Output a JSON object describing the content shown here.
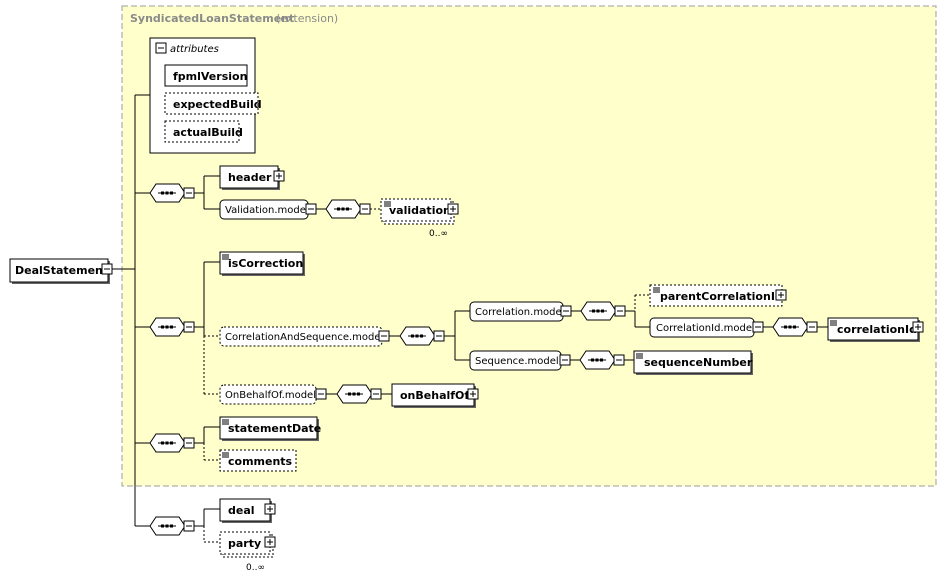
{
  "container": {
    "name": "SyndicatedLoanStatement",
    "qualifier": "(extension)"
  },
  "root": {
    "label": "DealStatement"
  },
  "attributes": {
    "title": "attributes",
    "items": [
      "fpmlVersion",
      "expectedBuild",
      "actualBuild"
    ]
  },
  "elements": {
    "header": "header",
    "validation_model": "Validation.model",
    "validation": "validation",
    "validation_card": "0..∞",
    "isCorrection": "isCorrection",
    "corr_seq_model": "CorrelationAndSequence.model",
    "correlation_model": "Correlation.model",
    "parentCorrelationId": "parentCorrelationId",
    "correlationId_model": "CorrelationId.model",
    "correlationId": "correlationId",
    "sequence_model": "Sequence.model",
    "sequenceNumber": "sequenceNumber",
    "onBehalfOf_model": "OnBehalfOf.model",
    "onBehalfOf": "onBehalfOf",
    "statementDate": "statementDate",
    "comments": "comments",
    "deal": "deal",
    "party": "party",
    "party_card": "0..∞"
  },
  "colors": {
    "extension_fill": "#ffffcc",
    "extension_border": "#9e9e9e",
    "extension_text": "#8a8a8a"
  },
  "icons": [
    "collapse-icon",
    "expand-icon",
    "sequence-icon",
    "documentation-icon"
  ]
}
